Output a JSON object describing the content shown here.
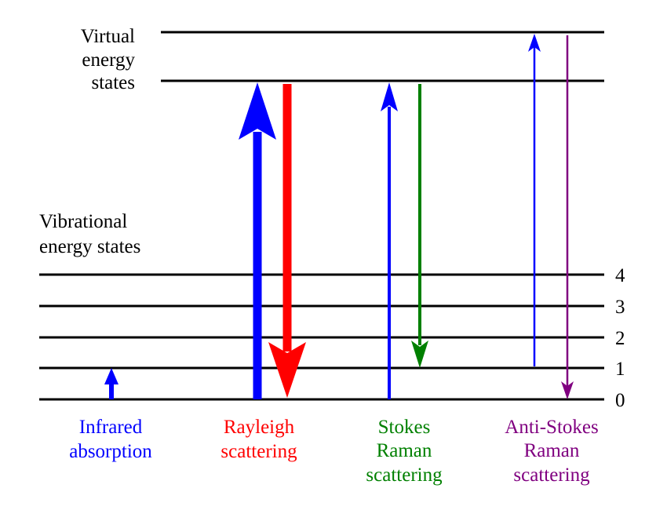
{
  "virtual_label": [
    "Virtual",
    "energy",
    "states"
  ],
  "vibrational_label": [
    "Vibrational",
    "energy states"
  ],
  "levels": [
    "0",
    "1",
    "2",
    "3",
    "4"
  ],
  "colors": {
    "blue": "#0000ff",
    "red": "#ff0000",
    "green": "#008000",
    "purple": "#800080",
    "line": "#000000"
  },
  "processes": [
    {
      "id": "infrared",
      "color": "#0000ff",
      "caption": [
        "Infrared",
        "absorption"
      ]
    },
    {
      "id": "rayleigh",
      "color": "#ff0000",
      "caption": [
        "Rayleigh",
        "scattering"
      ]
    },
    {
      "id": "stokes",
      "color": "#008000",
      "caption": [
        "Stokes",
        "Raman",
        "scattering"
      ]
    },
    {
      "id": "anti-stokes",
      "color": "#800080",
      "caption": [
        "Anti-Stokes",
        "Raman",
        "scattering"
      ]
    }
  ]
}
